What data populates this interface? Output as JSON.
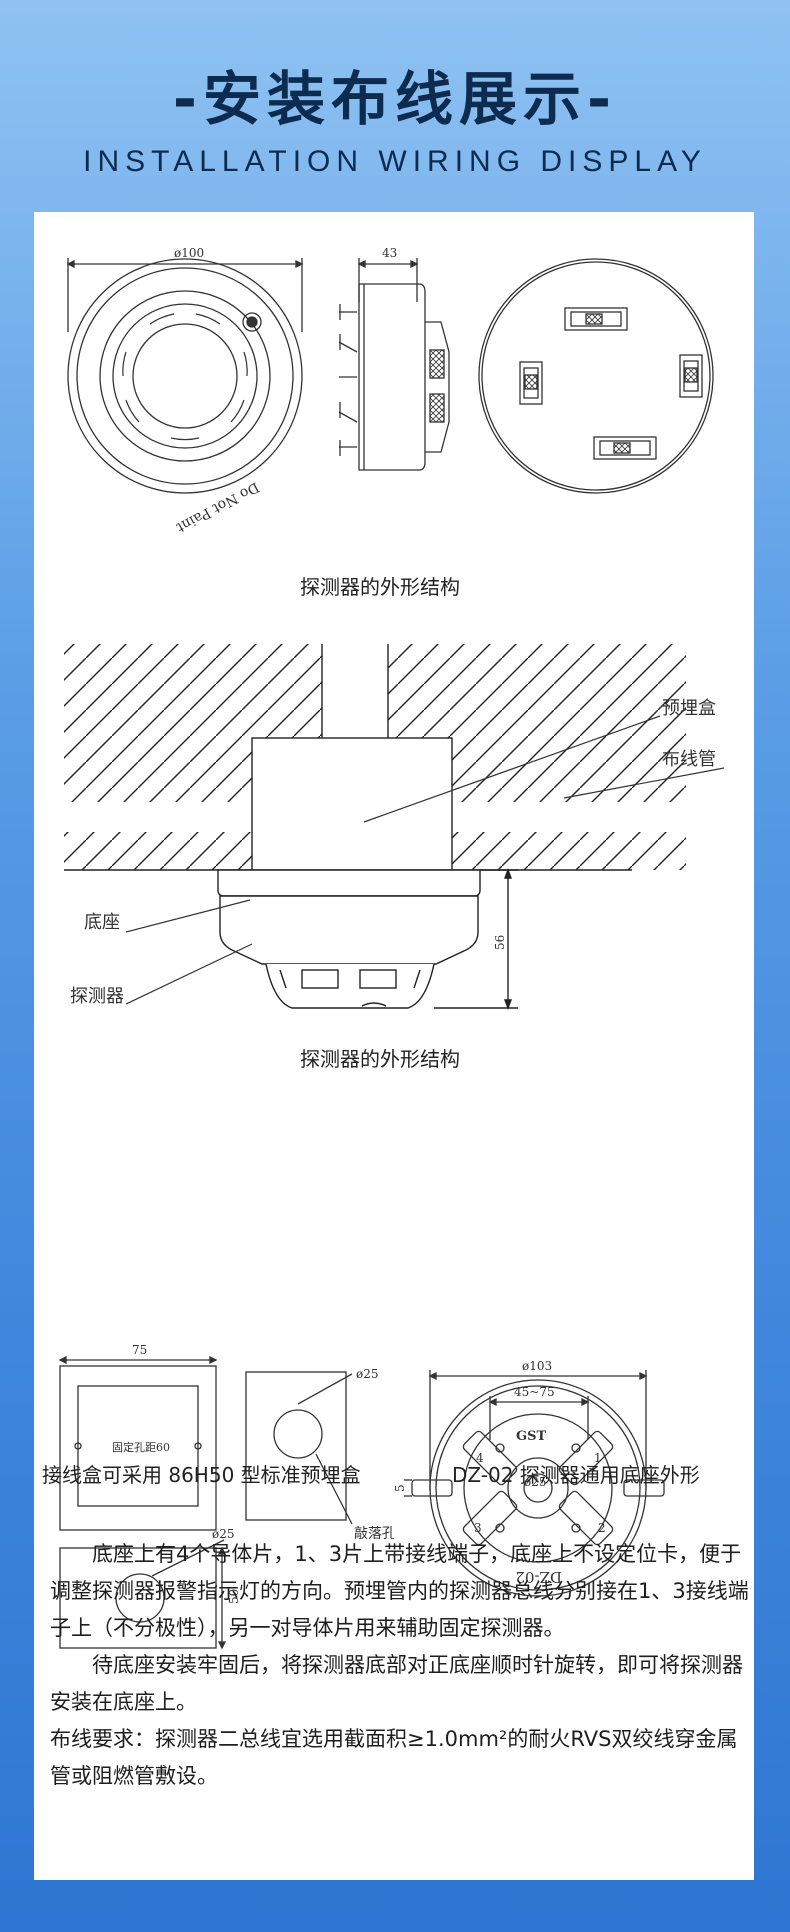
{
  "header": {
    "title_cn": "-安装布线展示-",
    "title_en": "INSTALLATION WIRING DISPLAY"
  },
  "figure1": {
    "dim_diameter": "ø100",
    "dim_height": "43",
    "do_not_paint": "Do Not Paint",
    "caption": "探测器的外形结构"
  },
  "figure2": {
    "label_box": "预埋盒",
    "label_conduit": "布线管",
    "label_base": "底座",
    "label_detector": "探测器",
    "dim_height": "56",
    "caption": "探测器的外形结构"
  },
  "figure3": {
    "dim_width": "75",
    "label_fixing": "固定孔距60",
    "dim_hole1": "ø25",
    "label_knockout": "敲落孔",
    "dim_hole2": "ø25",
    "dim_height": "50",
    "caption": "接线盒可采用 86H50 型标准预埋盒"
  },
  "figure4": {
    "dim_diameter": "ø103",
    "dim_span": "45~75",
    "brand": "GST",
    "center_dim": "ø25",
    "dim_slot": "5",
    "model_label": "DZ-02",
    "terminals": [
      "1",
      "2",
      "3",
      "4"
    ],
    "caption": "DZ-02 探测器通用底座外形"
  },
  "text": {
    "p1": "底座上有4个导体片，1、3片上带接线端子，底座上不设定位卡，便于调整探测器报警指示灯的方向。预埋管内的探测器总线分别接在1、3接线端子上（不分极性），另一对导体片用来辅助固定探测器。",
    "p2": "待底座安装牢固后，将探测器底部对正底座顺时针旋转，即可将探测器安装在底座上。",
    "p3": "布线要求：探测器二总线宜选用截面积≥1.0mm²的耐火RVS双绞线穿金属管或阻燃管敷设。"
  }
}
